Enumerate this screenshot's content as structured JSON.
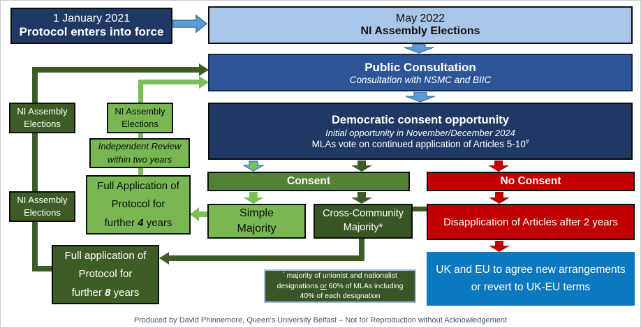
{
  "colors": {
    "navy": "#1F3864",
    "medium_blue": "#2E5597",
    "pale_blue": "#A9C5E8",
    "arrow_blue_fill": "#5B9BD5",
    "arrow_blue_stroke": "#41719C",
    "consent_green": "#538235",
    "light_green": "#79B753",
    "light_green_line": "#7CBE57",
    "dark_green": "#3D5C26",
    "darker_green": "#375623",
    "red": "#C00000",
    "bright_blue": "#0C78C0",
    "footer_text": "#44546A"
  },
  "boxes": {
    "protocol_force": {
      "line1": "1 January 2021",
      "line2": "Protocol enters into force"
    },
    "may_2022": {
      "line1": "May 2022",
      "line2": "NI Assembly Elections"
    },
    "public_consultation": {
      "title": "Public Consultation",
      "subtitle": "Consultation with NSMC and BIIC"
    },
    "democratic_consent": {
      "title": "Democratic consent opportunity",
      "subtitle": "Initial opportunity in November/December 2024",
      "line3": "MLAs vote on continued application of Articles 5-10",
      "line3_sup": "#"
    },
    "consent": {
      "label": "Consent"
    },
    "no_consent": {
      "label": "No Consent"
    },
    "simple_majority": {
      "line1": "Simple",
      "line2": "Majority"
    },
    "cross_community": {
      "line1": "Cross-Community",
      "line2": "Majority*"
    },
    "disapplication": {
      "label": "Disapplication of Articles after 2 years"
    },
    "uk_eu": {
      "line1": "UK and EU to agree new arrangements",
      "line2": "or revert to UK-EU terms"
    },
    "ni_elections_top": {
      "line1": "NI Assembly",
      "line2": "Elections"
    },
    "ni_elections_review": {
      "line1": "NI Assembly",
      "line2": "Elections"
    },
    "ni_elections_bottom": {
      "line1": "NI Assembly",
      "line2": "Elections"
    },
    "independent_review": {
      "line1": "Independent Review",
      "line2": "within two years"
    },
    "full_application_4": {
      "line1": "Full Application of",
      "line2": "Protocol for",
      "line3_pre": "further ",
      "line3_num": "4",
      "line3_post": " years"
    },
    "full_application_8": {
      "line1": "Full application of",
      "line2": "Protocol for",
      "line3_pre": "further ",
      "line3_num": "8",
      "line3_post": " years"
    },
    "footnote": {
      "sup": "*",
      "line1": " majority of unionist and nationalist",
      "line2_pre": "designations ",
      "line2_underlined": "or",
      "line2_post": " 60% of MLAs including",
      "line3": "40% of each designation"
    }
  },
  "footer": "Produced by David Phinnemore, Queen’s University Belfast – Not for Reproduction without Acknowledgement"
}
